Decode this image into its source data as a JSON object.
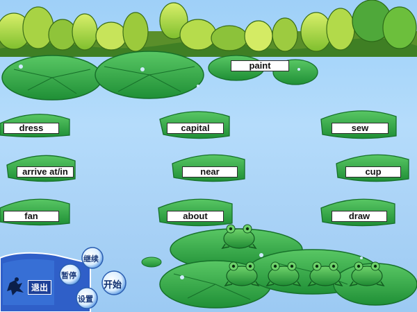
{
  "colors": {
    "water_top": "#9fd0f8",
    "water_bottom": "#9ccaf3",
    "leaf_dark": "#1d8a34",
    "leaf_light": "#3fb84f",
    "frog": "#3aa845",
    "panel": "#2f5fc8"
  },
  "words": [
    {
      "id": "paint",
      "text": "paint"
    },
    {
      "id": "dress",
      "text": "dress"
    },
    {
      "id": "capital",
      "text": "capital"
    },
    {
      "id": "sew",
      "text": "sew"
    },
    {
      "id": "arrive-at-in",
      "text": "arrive at/in"
    },
    {
      "id": "near",
      "text": "near"
    },
    {
      "id": "cup",
      "text": "cup"
    },
    {
      "id": "fan",
      "text": "fan"
    },
    {
      "id": "about",
      "text": "about"
    },
    {
      "id": "draw",
      "text": "draw"
    }
  ],
  "controls": {
    "exit_label": "退出",
    "pause_label": "暂停",
    "continue_label": "继续",
    "start_label": "开始",
    "settings_label": "设置"
  },
  "frogs": {
    "count": 5,
    "icon": "frog-icon"
  }
}
